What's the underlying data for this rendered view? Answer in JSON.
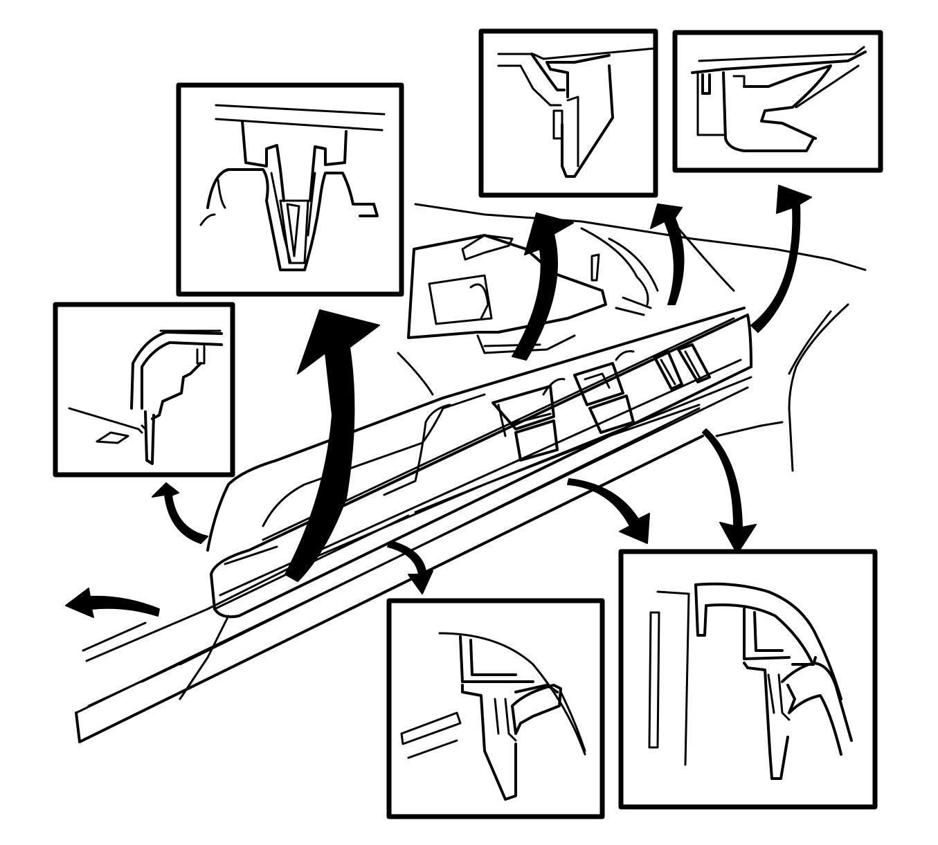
{
  "colors": {
    "line": "#000000",
    "background": "#ffffff"
  },
  "callouts": [
    {
      "name": "detail-top-left-clip",
      "kind": "push-pin retainer"
    },
    {
      "name": "detail-left-hook-clip",
      "kind": "hook retainer"
    },
    {
      "name": "detail-top-center-clip",
      "kind": "wedge retainer"
    },
    {
      "name": "detail-top-right-clip",
      "kind": "tab retainer"
    },
    {
      "name": "detail-bottom-center-clip",
      "kind": "wedge retainer"
    },
    {
      "name": "detail-bottom-right-clip",
      "kind": "wedge retainer"
    }
  ]
}
